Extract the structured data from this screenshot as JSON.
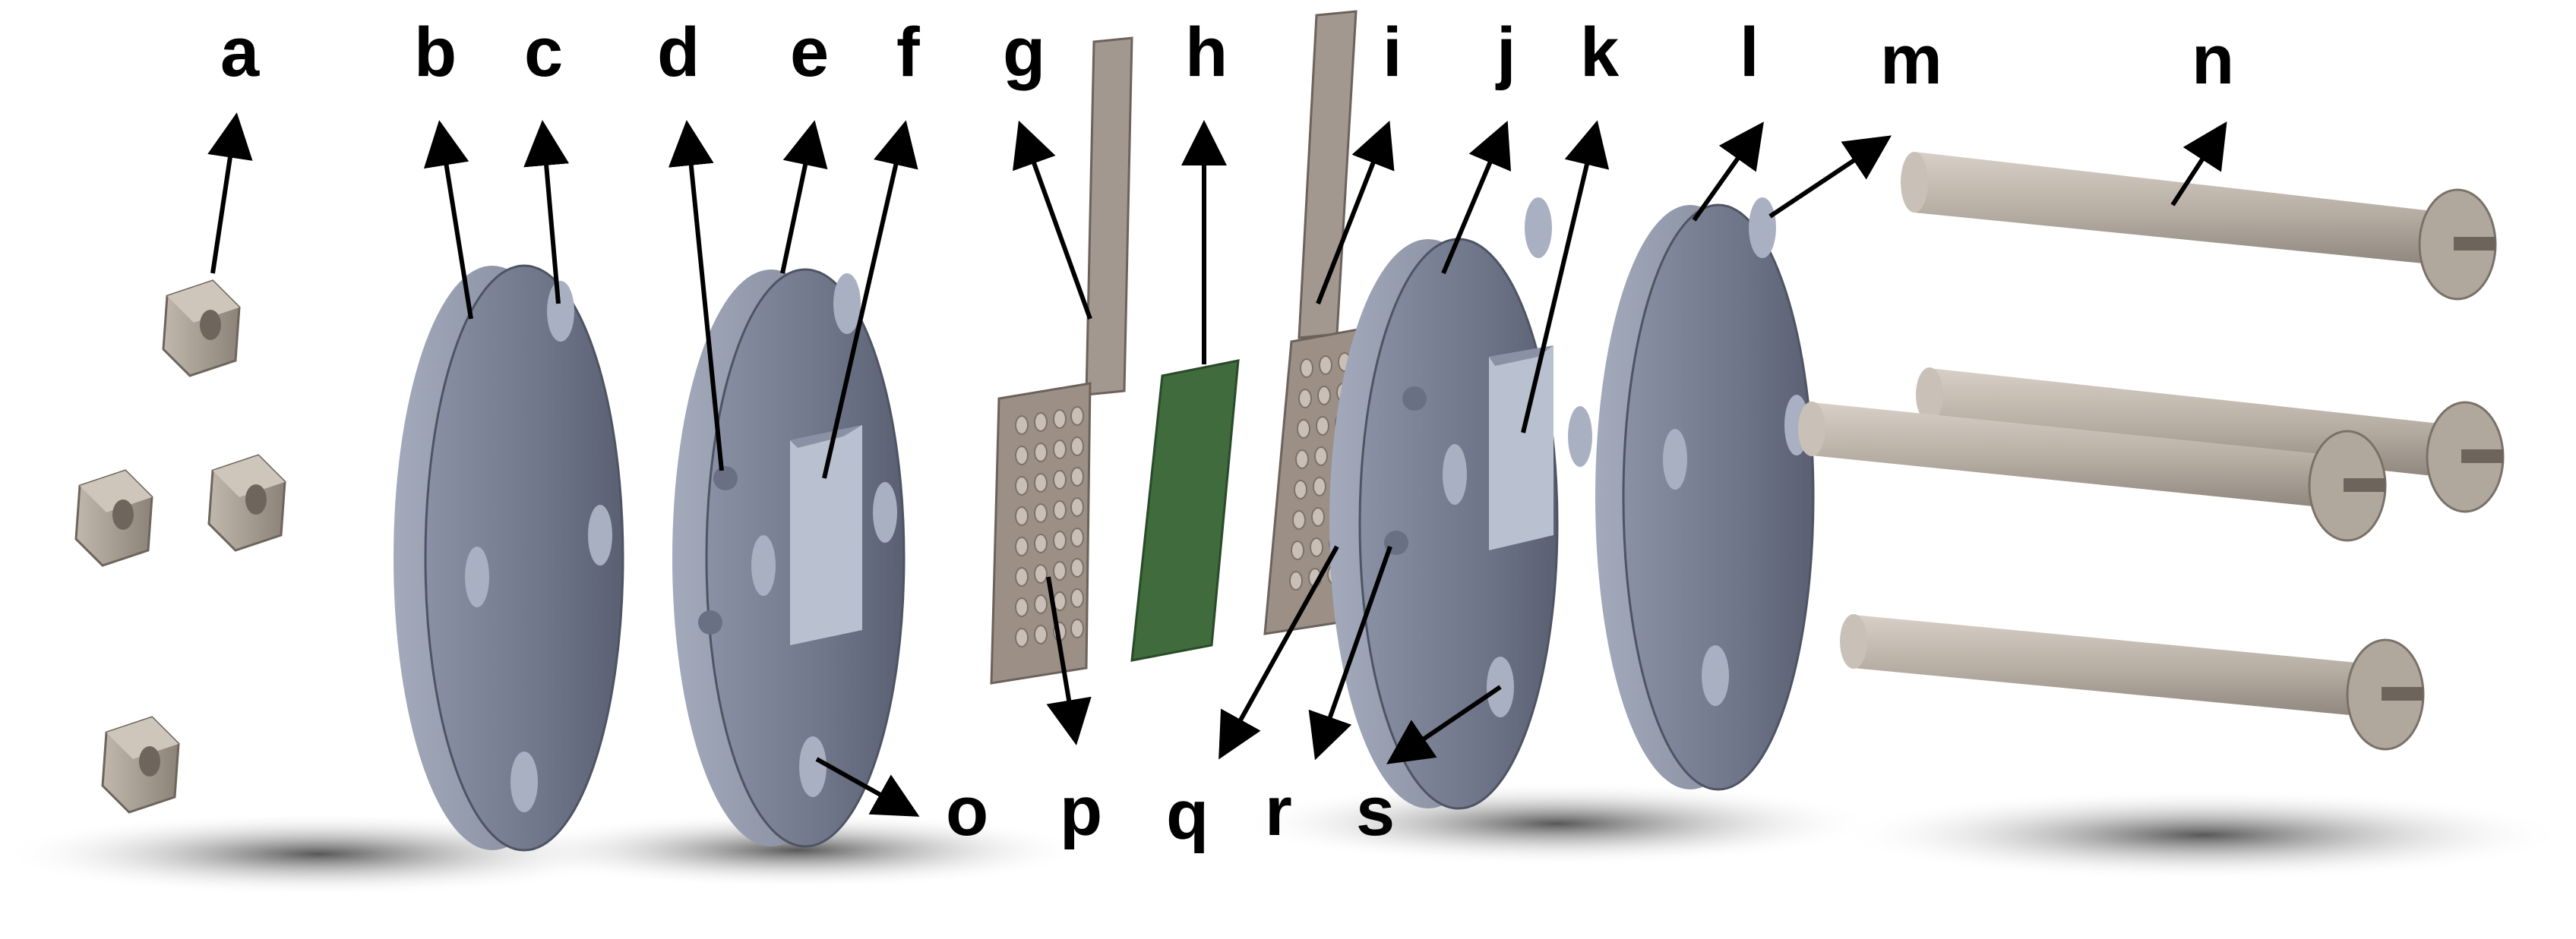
{
  "labels": {
    "a": "a",
    "b": "b",
    "c": "c",
    "d": "d",
    "e": "e",
    "f": "f",
    "g": "g",
    "h": "h",
    "i": "i",
    "j": "j",
    "k": "k",
    "l": "l",
    "m": "m",
    "n": "n",
    "o": "o",
    "p": "p",
    "q": "q",
    "r": "r",
    "s": "s"
  },
  "colors": {
    "plate": "#7c8396",
    "plate_edge": "#5b6172",
    "hole": "#9ea6b8",
    "nut": "#a9a094",
    "electrode": "#9c8f86",
    "membrane": "#3f6b3d",
    "screw": "#bbb2a8"
  },
  "parts": {
    "nuts": "hex-nut-icon",
    "plates": "flange-plate",
    "electrodes": "perforated-electrode",
    "membrane": "green-membrane",
    "screws": "slotted-screw-icon"
  }
}
